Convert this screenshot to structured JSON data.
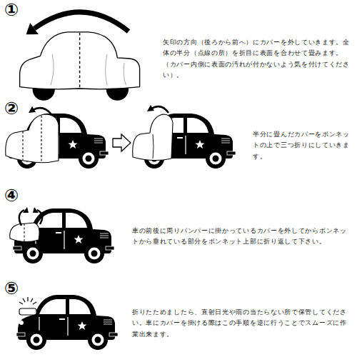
{
  "diagram": {
    "labels": [
      "①",
      "矢印の方向（後ろから前へ）にカバーを外していきます。全体の半分（点線の所）を折目に表面を合わせて畳みます。（カバー内側に表面の汚れが付かないよう気を付けてください）。",
      "②",
      "半分に畳んだカバーをボンネットの上で三つ折りにしていきます。",
      "④",
      "車の前後に周りバンパーに掛かっているカバーを外してからボンネットから垂れている部分をボンネット上部に折り返して下さい。",
      "⑤",
      "折りたためましたら、直射日光や雨の当たらない所で保管してください。車にカバーを掛ける際はこの手順を逆に行うことでスムーズに作業出来ます。"
    ]
  }
}
